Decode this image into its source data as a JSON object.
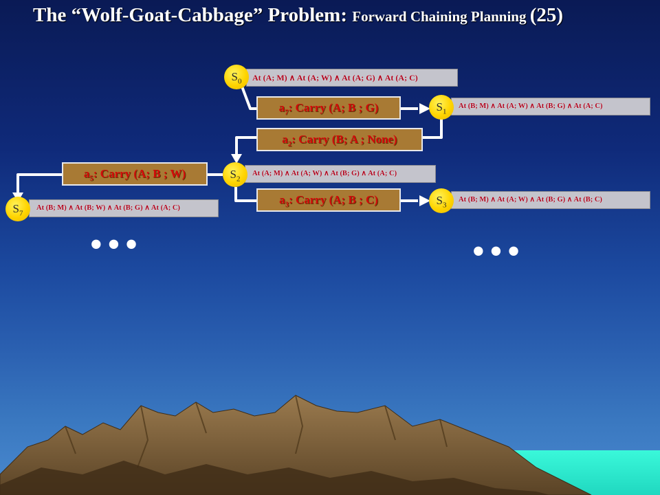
{
  "title": {
    "main": "The “Wolf-Goat-Cabbage” Problem: ",
    "sub": "Forward Chaining Planning ",
    "num": "(25)"
  },
  "states": {
    "s0": {
      "label": "S",
      "sub": "0",
      "text": "At (A; M) ∧ At (A; W) ∧ At (A; G) ∧ At (A; C)"
    },
    "s1": {
      "label": "S",
      "sub": "1",
      "text": "At (B; M) ∧ At (A; W) ∧ At (B; G) ∧ At (A; C)"
    },
    "s2": {
      "label": "S",
      "sub": "2",
      "text": "At (A; M) ∧ At (A; W) ∧ At (B; G) ∧ At (A; C)"
    },
    "s3": {
      "label": "S",
      "sub": "3",
      "text": "At (B; M) ∧ At (A; W) ∧ At (B; G) ∧ At (B; C)"
    },
    "s7": {
      "label": "S",
      "sub": "7",
      "text": "At (B; M) ∧ At (B; W) ∧ At (B; G) ∧ At (A; C)"
    }
  },
  "actions": {
    "a7": {
      "name": "a",
      "sub": "7",
      "text": ": Carry (A; B ; G)"
    },
    "a2": {
      "name": "a",
      "sub": "2",
      "text": ": Carry (B; A ; None)"
    },
    "a5": {
      "name": "a",
      "sub": "5",
      "text": ": Carry (A; B ; W)"
    },
    "a3": {
      "name": "a",
      "sub": "3",
      "text": ": Carry (A; B ; C)"
    }
  },
  "ellipsis": {
    "left": "•••",
    "right": "•••"
  },
  "colors": {
    "node": "#ffd400",
    "action_box": "#a87a34",
    "action_text": "#d40a0a",
    "state_text": "#b0001a",
    "state_bar": "#c4c4cc",
    "sea": "#2ef0d0"
  }
}
